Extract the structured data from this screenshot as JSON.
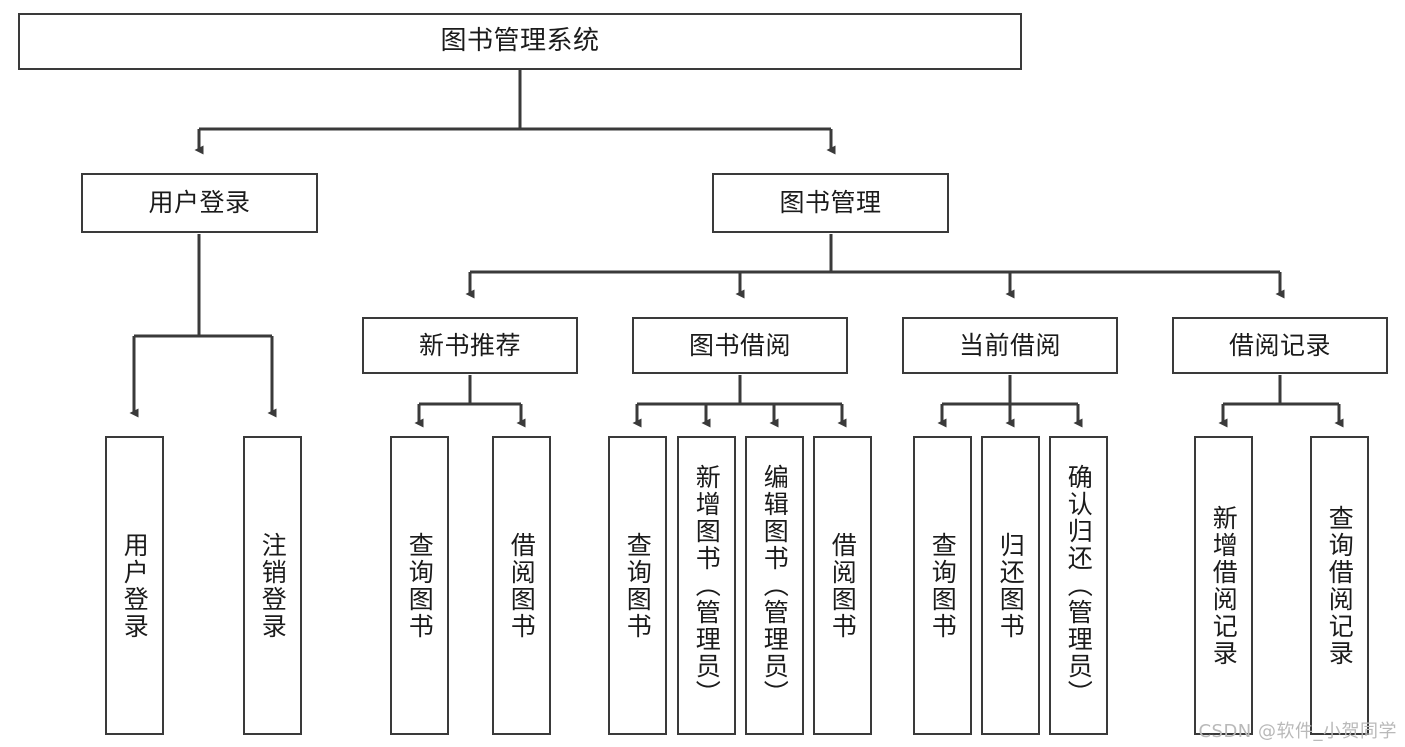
{
  "diagram": {
    "title": "图书管理系统",
    "type": "tree-hierarchy-chart",
    "line_color": "#3a3a3a",
    "box_fill": "#ffffff",
    "text_color": "#1b1b1b"
  },
  "watermark": {
    "text": "CSDN @软件_小贺同学",
    "color": "#b9b9b9"
  },
  "nodes": {
    "root": {
      "label": "图书管理系统"
    },
    "level2": [
      {
        "label": "用户登录"
      },
      {
        "label": "图书管理"
      }
    ],
    "level3": [
      {
        "label": "新书推荐"
      },
      {
        "label": "图书借阅"
      },
      {
        "label": "当前借阅"
      },
      {
        "label": "借阅记录"
      }
    ],
    "leaves": {
      "user_login": [
        {
          "label": "用户登录"
        },
        {
          "label": "注销登录"
        }
      ],
      "new_book_recommend": [
        {
          "label": "查询图书"
        },
        {
          "label": "借阅图书"
        }
      ],
      "book_borrow": [
        {
          "label": "查询图书"
        },
        {
          "label": "新增图书（管理员）"
        },
        {
          "label": "编辑图书（管理员）"
        },
        {
          "label": "借阅图书"
        }
      ],
      "current_borrow": [
        {
          "label": "查询图书"
        },
        {
          "label": "归还图书"
        },
        {
          "label": "确认归还（管理员）"
        }
      ],
      "borrow_record": [
        {
          "label": "新增借阅记录"
        },
        {
          "label": "查询借阅记录"
        }
      ]
    }
  },
  "chart_data": {
    "type": "table",
    "title": "图书管理系统",
    "tree": [
      {
        "name": "图书管理系统",
        "children": [
          {
            "name": "用户登录",
            "children": [
              {
                "name": "用户登录"
              },
              {
                "name": "注销登录"
              }
            ]
          },
          {
            "name": "图书管理",
            "children": [
              {
                "name": "新书推荐",
                "children": [
                  {
                    "name": "查询图书"
                  },
                  {
                    "name": "借阅图书"
                  }
                ]
              },
              {
                "name": "图书借阅",
                "children": [
                  {
                    "name": "查询图书"
                  },
                  {
                    "name": "新增图书（管理员）"
                  },
                  {
                    "name": "编辑图书（管理员）"
                  },
                  {
                    "name": "借阅图书"
                  }
                ]
              },
              {
                "name": "当前借阅",
                "children": [
                  {
                    "name": "查询图书"
                  },
                  {
                    "name": "归还图书"
                  },
                  {
                    "name": "确认归还（管理员）"
                  }
                ]
              },
              {
                "name": "借阅记录",
                "children": [
                  {
                    "name": "新增借阅记录"
                  },
                  {
                    "name": "查询借阅记录"
                  }
                ]
              }
            ]
          }
        ]
      }
    ]
  }
}
